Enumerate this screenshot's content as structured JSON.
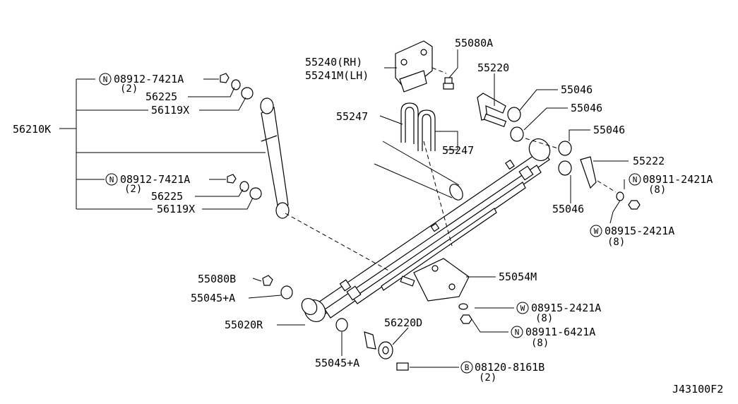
{
  "diagram_id": "J43100F2",
  "labels": {
    "assembly_shock": "56210K",
    "bracket_rh": "55240(RH)",
    "bracket_lh": "55241M(LH)",
    "bolt_55080a": "55080A",
    "pin_55220": "55220",
    "bushing_55046_a": "55046",
    "bushing_55046_b": "55046",
    "bushing_55046_c": "55046",
    "bushing_55046_d": "55046",
    "shackle_55222": "55222",
    "ubolt_55247_a": "55247",
    "ubolt_55247_b": "55247",
    "washer_56225_top": "56225",
    "bushing_56119x_top": "56119X",
    "washer_56225_bot": "56225",
    "bushing_56119x_bot": "56119X",
    "nut_55080b": "55080B",
    "bushing_55045_top": "55045+A",
    "spring_55020r": "55020R",
    "bushing_55045_bot": "55045+A",
    "bracket_56220d": "56220D",
    "plate_55054m": "55054M"
  },
  "callouts": {
    "n_top": {
      "prefix": "N",
      "code": "08912-7421A",
      "qty": "(2)"
    },
    "n_mid": {
      "prefix": "N",
      "code": "08912-7421A",
      "qty": "(2)"
    },
    "n_right": {
      "prefix": "N",
      "code": "08911-2421A",
      "qty": "(8)"
    },
    "w_right": {
      "prefix": "W",
      "code": "08915-2421A",
      "qty": "(8)"
    },
    "w_plate": {
      "prefix": "W",
      "code": "08915-2421A",
      "qty": "(8)"
    },
    "n_plate": {
      "prefix": "N",
      "code": "08911-6421A",
      "qty": "(8)"
    },
    "b_bolt": {
      "prefix": "B",
      "code": "08120-8161B",
      "qty": "(2)"
    }
  }
}
